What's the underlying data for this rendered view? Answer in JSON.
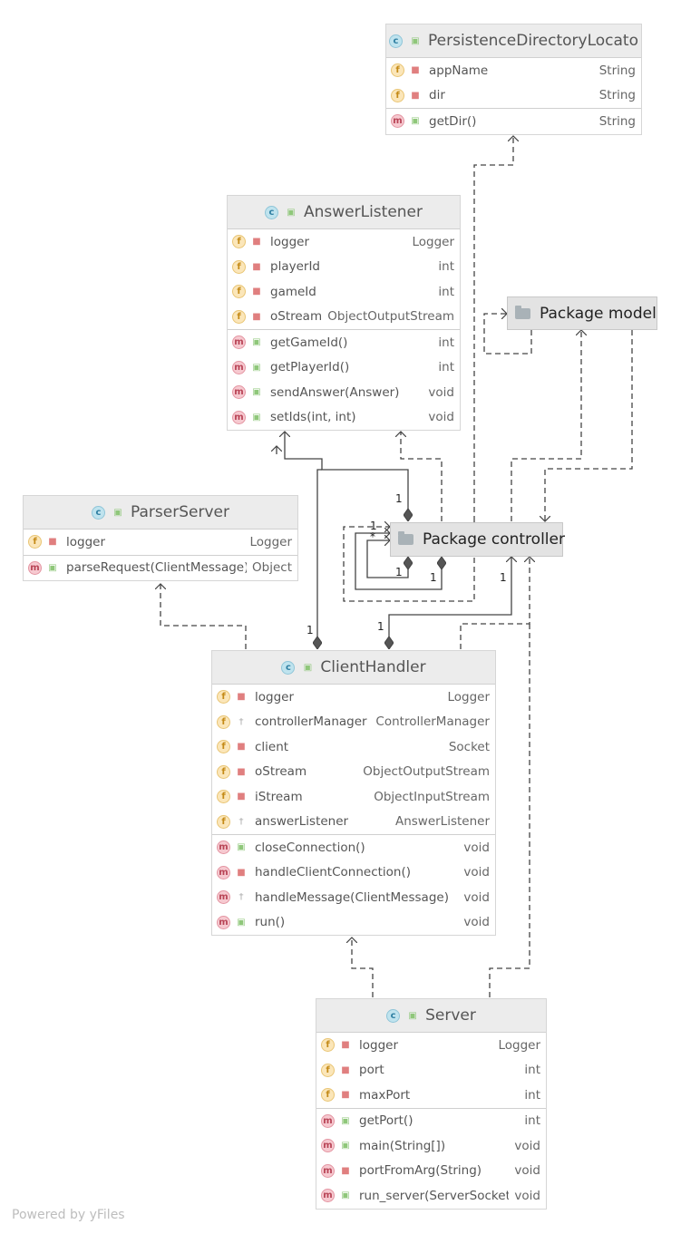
{
  "classes": {
    "persistence": {
      "name": "PersistenceDirectoryLocato",
      "fields": [
        {
          "name": "appName",
          "type": "String"
        },
        {
          "name": "dir",
          "type": "String"
        }
      ],
      "methods": [
        {
          "name": "getDir()",
          "type": "String"
        }
      ]
    },
    "answer_listener": {
      "name": "AnswerListener",
      "fields": [
        {
          "name": "logger",
          "type": "Logger"
        },
        {
          "name": "playerId",
          "type": "int"
        },
        {
          "name": "gameId",
          "type": "int"
        },
        {
          "name": "oStream",
          "type": "ObjectOutputStream"
        }
      ],
      "methods": [
        {
          "name": "getGameId()",
          "type": "int"
        },
        {
          "name": "getPlayerId()",
          "type": "int"
        },
        {
          "name": "sendAnswer(Answer)",
          "type": "void"
        },
        {
          "name": "setIds(int, int)",
          "type": "void"
        }
      ]
    },
    "parser_server": {
      "name": "ParserServer",
      "fields": [
        {
          "name": "logger",
          "type": "Logger"
        }
      ],
      "methods": [
        {
          "name": "parseRequest(ClientMessage)",
          "type": "Object"
        }
      ]
    },
    "client_handler": {
      "name": "ClientHandler",
      "fields": [
        {
          "name": "logger",
          "type": "Logger"
        },
        {
          "name": "controllerManager",
          "type": "ControllerManager"
        },
        {
          "name": "client",
          "type": "Socket"
        },
        {
          "name": "oStream",
          "type": "ObjectOutputStream"
        },
        {
          "name": "iStream",
          "type": "ObjectInputStream"
        },
        {
          "name": "answerListener",
          "type": "AnswerListener"
        }
      ],
      "methods": [
        {
          "name": "closeConnection()",
          "type": "void"
        },
        {
          "name": "handleClientConnection()",
          "type": "void"
        },
        {
          "name": "handleMessage(ClientMessage)",
          "type": "void"
        },
        {
          "name": "run()",
          "type": "void"
        }
      ]
    },
    "server": {
      "name": "Server",
      "fields": [
        {
          "name": "logger",
          "type": "Logger"
        },
        {
          "name": "port",
          "type": "int"
        },
        {
          "name": "maxPort",
          "type": "int"
        }
      ],
      "methods": [
        {
          "name": "getPort()",
          "type": "int"
        },
        {
          "name": "main(String[])",
          "type": "void"
        },
        {
          "name": "portFromArg(String)",
          "type": "void"
        },
        {
          "name": "run_server(ServerSocket)",
          "type": "void"
        }
      ]
    }
  },
  "packages": {
    "model": {
      "name": "Package model"
    },
    "controller": {
      "name": "Package controller"
    }
  },
  "multiplicities": {
    "one": "1",
    "many": "*"
  },
  "icons": {
    "class_icon": "c",
    "field_icon": "f",
    "method_icon": "m"
  },
  "colors": {
    "header_bg": "#ececec",
    "package_bg": "#e3e3e3",
    "edge": "#444444",
    "private": "#e07f7f",
    "public": "#8fc77a"
  },
  "footer": "Powered by yFiles"
}
